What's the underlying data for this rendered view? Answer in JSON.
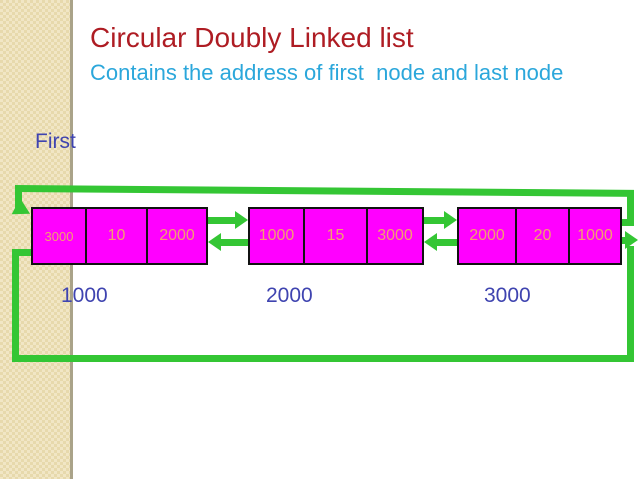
{
  "slide": {
    "title": "Circular Doubly Linked list",
    "subtitle": "Contains the address of first  node and last node",
    "first_pointer_label": "First",
    "nodes": [
      {
        "address": "1000",
        "prev": "3000",
        "data": "10",
        "next": "2000"
      },
      {
        "address": "2000",
        "prev": "1000",
        "data": "15",
        "next": "3000"
      },
      {
        "address": "3000",
        "prev": "2000",
        "data": "20",
        "next": "1000"
      }
    ],
    "colors": {
      "title_red": "#AE1C23",
      "subtitle_blue": "#2BA7DB",
      "label_indigo": "#3F44B0",
      "node_fill_magenta": "#FF00FF",
      "node_text_peach": "#F2A06E",
      "arrow_green": "#34C634",
      "sidebar_tan": "#E7D9AC"
    }
  }
}
